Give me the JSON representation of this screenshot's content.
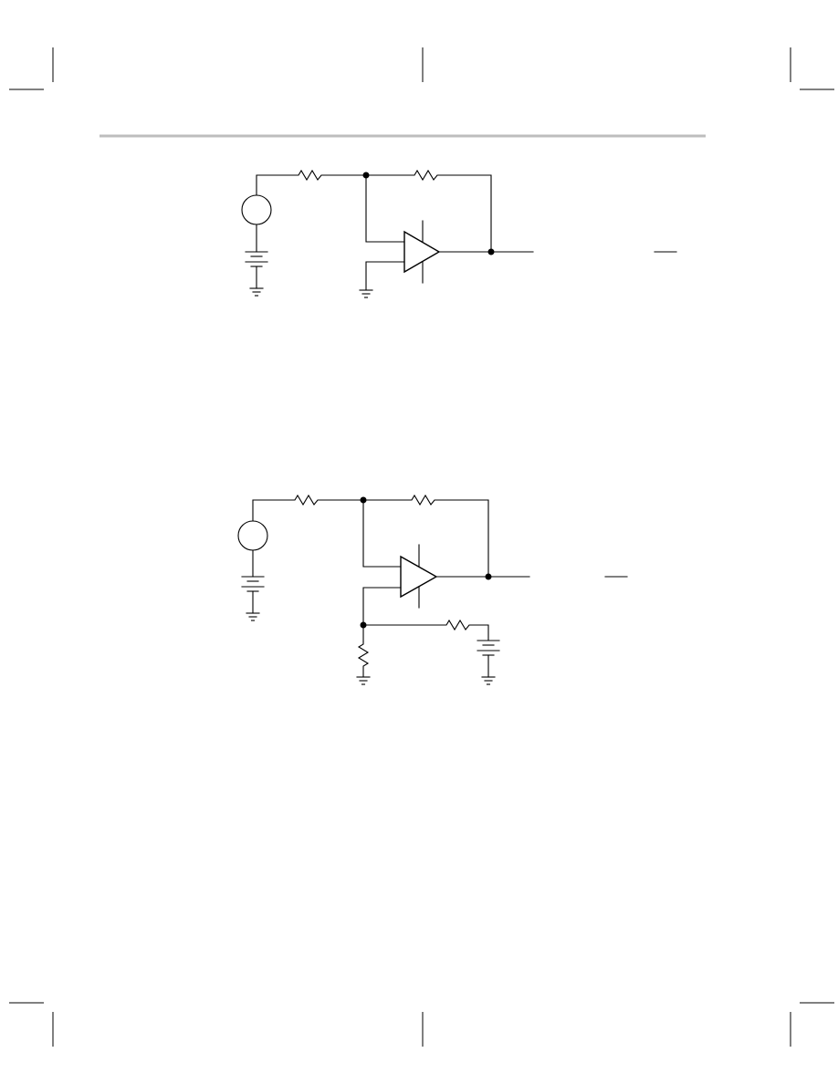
{
  "page": {
    "header_rule_color": "#bdbdbd",
    "ink_color": "#000000",
    "background": "#ffffff"
  },
  "figures": [
    {
      "id": "inverting-amplifier",
      "components": [
        "signal-source",
        "source-battery",
        "input-resistor",
        "feedback-resistor",
        "op-amp",
        "output-node"
      ],
      "labels": []
    },
    {
      "id": "inverting-amplifier-with-offset",
      "components": [
        "signal-source",
        "source-battery",
        "input-resistor",
        "feedback-resistor",
        "op-amp",
        "output-node",
        "bias-resistor",
        "divider-resistor",
        "reference-battery"
      ],
      "labels": []
    }
  ]
}
